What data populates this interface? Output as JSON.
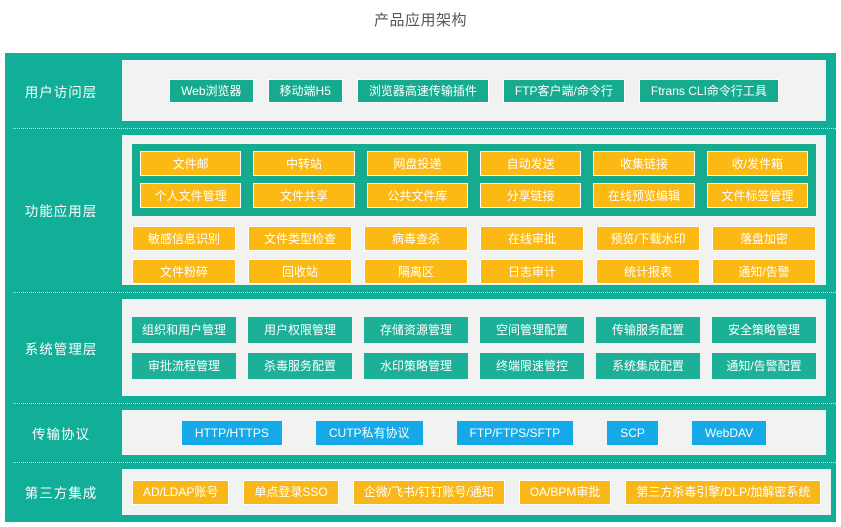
{
  "title": "产品应用架构",
  "colors": {
    "frame_teal": "#11ae98",
    "panel_gray": "#f1f2f2",
    "chip_teal": "#16ab8f",
    "chip_amber": "#fcb913",
    "chip_green": "#1db098",
    "chip_blue": "#16a9e8",
    "title_gray": "#555759"
  },
  "layers": [
    {
      "id": "user-access",
      "label": "用户访问层",
      "groups": [
        {
          "style": "teal",
          "rows": [
            [
              "Web浏览器",
              "移动端H5",
              "浏览器高速传输插件",
              "FTP客户端/命令行",
              "Ftrans CLI命令行工具"
            ]
          ]
        }
      ]
    },
    {
      "id": "function-app",
      "label": "功能应用层",
      "groups": [
        {
          "style": "amber-inner",
          "rows": [
            [
              "文件邮",
              "中转站",
              "网盘投递",
              "自动发送",
              "收集链接",
              "收/发件箱"
            ],
            [
              "个人文件管理",
              "文件共享",
              "公共文件库",
              "分享链接",
              "在线预览编辑",
              "文件标签管理"
            ]
          ]
        },
        {
          "style": "amber-outer",
          "rows": [
            [
              "敏感信息识别",
              "文件类型检查",
              "病毒查杀",
              "在线审批",
              "预览/下载水印",
              "落盘加密"
            ],
            [
              "文件粉碎",
              "回收站",
              "隔离区",
              "日志审计",
              "统计报表",
              "通知/告警"
            ]
          ]
        }
      ]
    },
    {
      "id": "system-manage",
      "label": "系统管理层",
      "groups": [
        {
          "style": "green",
          "rows": [
            [
              "组织和用户管理",
              "用户权限管理",
              "存储资源管理",
              "空间管理配置",
              "传输服务配置",
              "安全策略管理"
            ],
            [
              "审批流程管理",
              "杀毒服务配置",
              "水印策略管理",
              "终端限速管控",
              "系统集成配置",
              "通知/告警配置"
            ]
          ]
        }
      ]
    },
    {
      "id": "transport-protocol",
      "label": "传输协议",
      "groups": [
        {
          "style": "blue",
          "rows": [
            [
              "HTTP/HTTPS",
              "CUTP私有协议",
              "FTP/FTPS/SFTP",
              "SCP",
              "WebDAV"
            ]
          ]
        }
      ]
    },
    {
      "id": "third-party",
      "label": "第三方集成",
      "groups": [
        {
          "style": "amber2",
          "rows": [
            [
              "AD/LDAP账号",
              "单点登录SSO",
              "企微/飞书/钉钉账号/通知",
              "OA/BPM审批",
              "第三方杀毒引擎/DLP/加解密系统"
            ]
          ]
        }
      ]
    }
  ]
}
